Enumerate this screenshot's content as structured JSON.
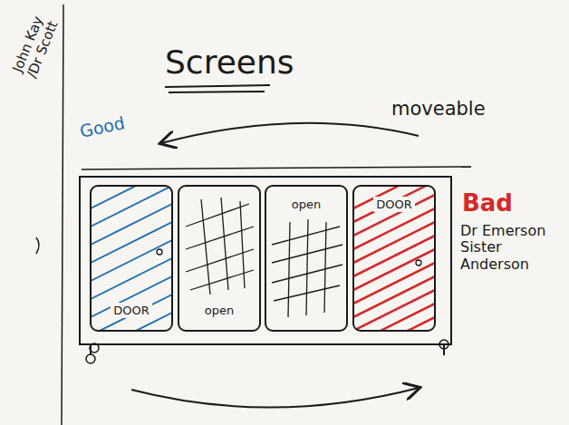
{
  "diagram": {
    "title": "Screens",
    "nodes": [
      {
        "text": [
          "DOOR"
        ]
      },
      {
        "text": [
          "open"
        ]
      },
      {
        "text": [
          "open"
        ]
      },
      {
        "text": [
          "DOOR"
        ]
      }
    ],
    "labels": [
      "John Kay /Dr Scott",
      "Good",
      "moveable",
      "Bad",
      "Dr Emerson Sister Anderson"
    ]
  }
}
